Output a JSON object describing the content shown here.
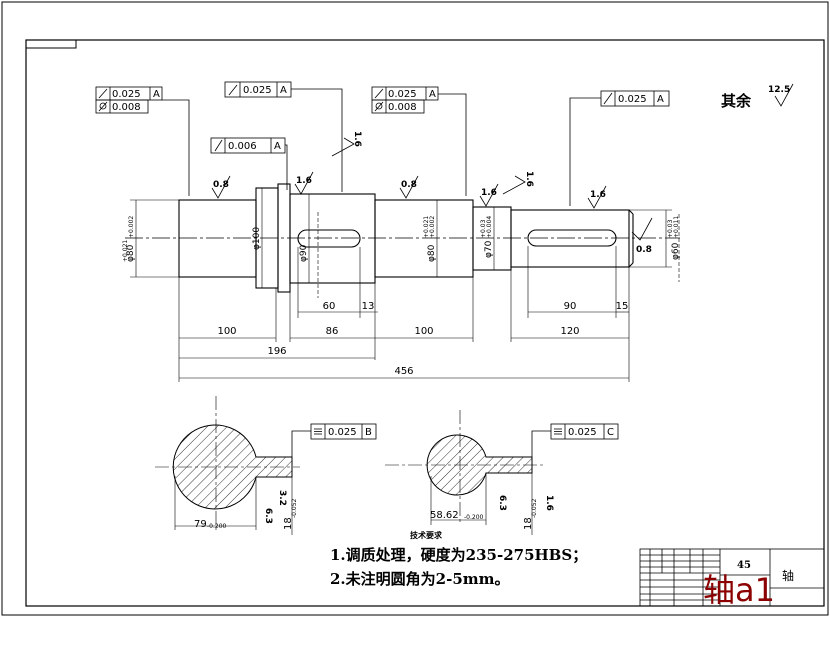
{
  "drawing": {
    "rest_label": "其余",
    "rest_roughness": "12.5",
    "notes_title": "技术要求",
    "notes": [
      "1.调质处理，硬度为235-275HBS；",
      "2.未注明圆角为2-5mm。"
    ],
    "overlay_text": "轴a1",
    "material": "45",
    "part_name": "轴"
  },
  "tolerance_frames": [
    {
      "symbol": "runout",
      "value": "0.025",
      "datum": "A"
    },
    {
      "symbol": "cylindricity",
      "value": "0.008",
      "datum": ""
    },
    {
      "symbol": "runout",
      "value": "0.025",
      "datum": "A"
    },
    {
      "symbol": "runout",
      "value": "0.006",
      "datum": "A"
    },
    {
      "symbol": "runout",
      "value": "0.025",
      "datum": "A"
    },
    {
      "symbol": "cylindricity",
      "value": "0.008",
      "datum": ""
    },
    {
      "symbol": "runout",
      "value": "0.025",
      "datum": "A"
    },
    {
      "symbol": "symmetry",
      "value": "0.025",
      "datum": "B"
    },
    {
      "symbol": "symmetry",
      "value": "0.025",
      "datum": "C"
    }
  ],
  "roughness": [
    "0.8",
    "1.6",
    "0.8",
    "1.6",
    "1.6",
    "1.6",
    "1.6",
    "0.8",
    "3.2",
    "6.3",
    "6.3",
    "1.6"
  ],
  "dimensions": {
    "lengths": [
      "100",
      "196",
      "86",
      "100",
      "456",
      "60",
      "13",
      "90",
      "15",
      "120"
    ],
    "diameters": [
      "φ80",
      "φ100",
      "φ90",
      "φ80",
      "φ70",
      "φ60"
    ],
    "tol_upper": [
      "+0.021",
      "+0.021",
      "+0.03",
      "+0.03"
    ],
    "tol_lower": [
      "+0.002",
      "+0.002",
      "+0.004",
      "+0.011"
    ],
    "section_b_dim": "79",
    "section_b_tol": "-0.200",
    "section_b_key": "18",
    "section_b_key_tol": "-0.052",
    "section_c_dim": "58.62",
    "section_c_tol": "-0.200",
    "section_c_key": "18",
    "section_c_key_tol": "-0.052"
  }
}
